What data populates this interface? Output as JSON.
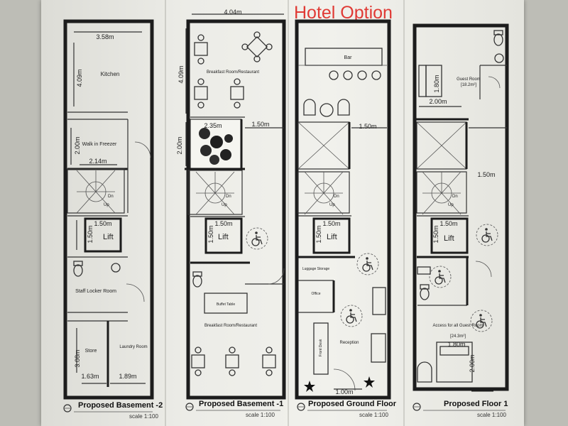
{
  "title": "Hotel Option",
  "plans": [
    {
      "caption": "Proposed Basement -2",
      "scale": "scale 1:100",
      "rooms": [
        "Kitchen",
        "Walk in Freezer",
        "Lift",
        "Staff Locker Room",
        "Store",
        "Laundry Room"
      ],
      "dims": [
        "3.58m",
        "4.09m",
        "2.00m",
        "2.14m",
        "1.50m",
        "1.50m",
        "3.08m",
        "1.63m",
        "1.89m"
      ],
      "stair": [
        "Dn",
        "Up"
      ]
    },
    {
      "caption": "Proposed Basement -1",
      "scale": "scale 1:100",
      "rooms": [
        "Breakfast Room/Restaurant",
        "Lift",
        "Buffet Table",
        "Breakfast Room/Restaurant"
      ],
      "dims": [
        "4.04m",
        "4.09m",
        "2.35m",
        "1.50m",
        "2.00m",
        "1.50m",
        "1.50m"
      ],
      "stair": [
        "Dn",
        "Up"
      ]
    },
    {
      "caption": "Proposed Ground Floor",
      "scale": "scale 1:100",
      "rooms": [
        "Bar",
        "Lift",
        "Luggage Storage",
        "Office",
        "Front Desk",
        "Reception"
      ],
      "dims": [
        "1.50m",
        "1.50m",
        "1.50m",
        "1.00m"
      ],
      "stair": [
        "Dn",
        "Up"
      ]
    },
    {
      "caption": "Proposed Floor 1",
      "scale": "scale 1:100",
      "rooms": [
        "Guest Room",
        "Lift",
        "Access for all Guest Room"
      ],
      "areas": [
        "[18.2m²]",
        "[24.3m²]"
      ],
      "dims": [
        "1.80m",
        "2.00m",
        "1.50m",
        "1.50m",
        "1.50m",
        "1.80m",
        "2.00m"
      ],
      "stair": [
        "Dn",
        "Up"
      ]
    }
  ]
}
